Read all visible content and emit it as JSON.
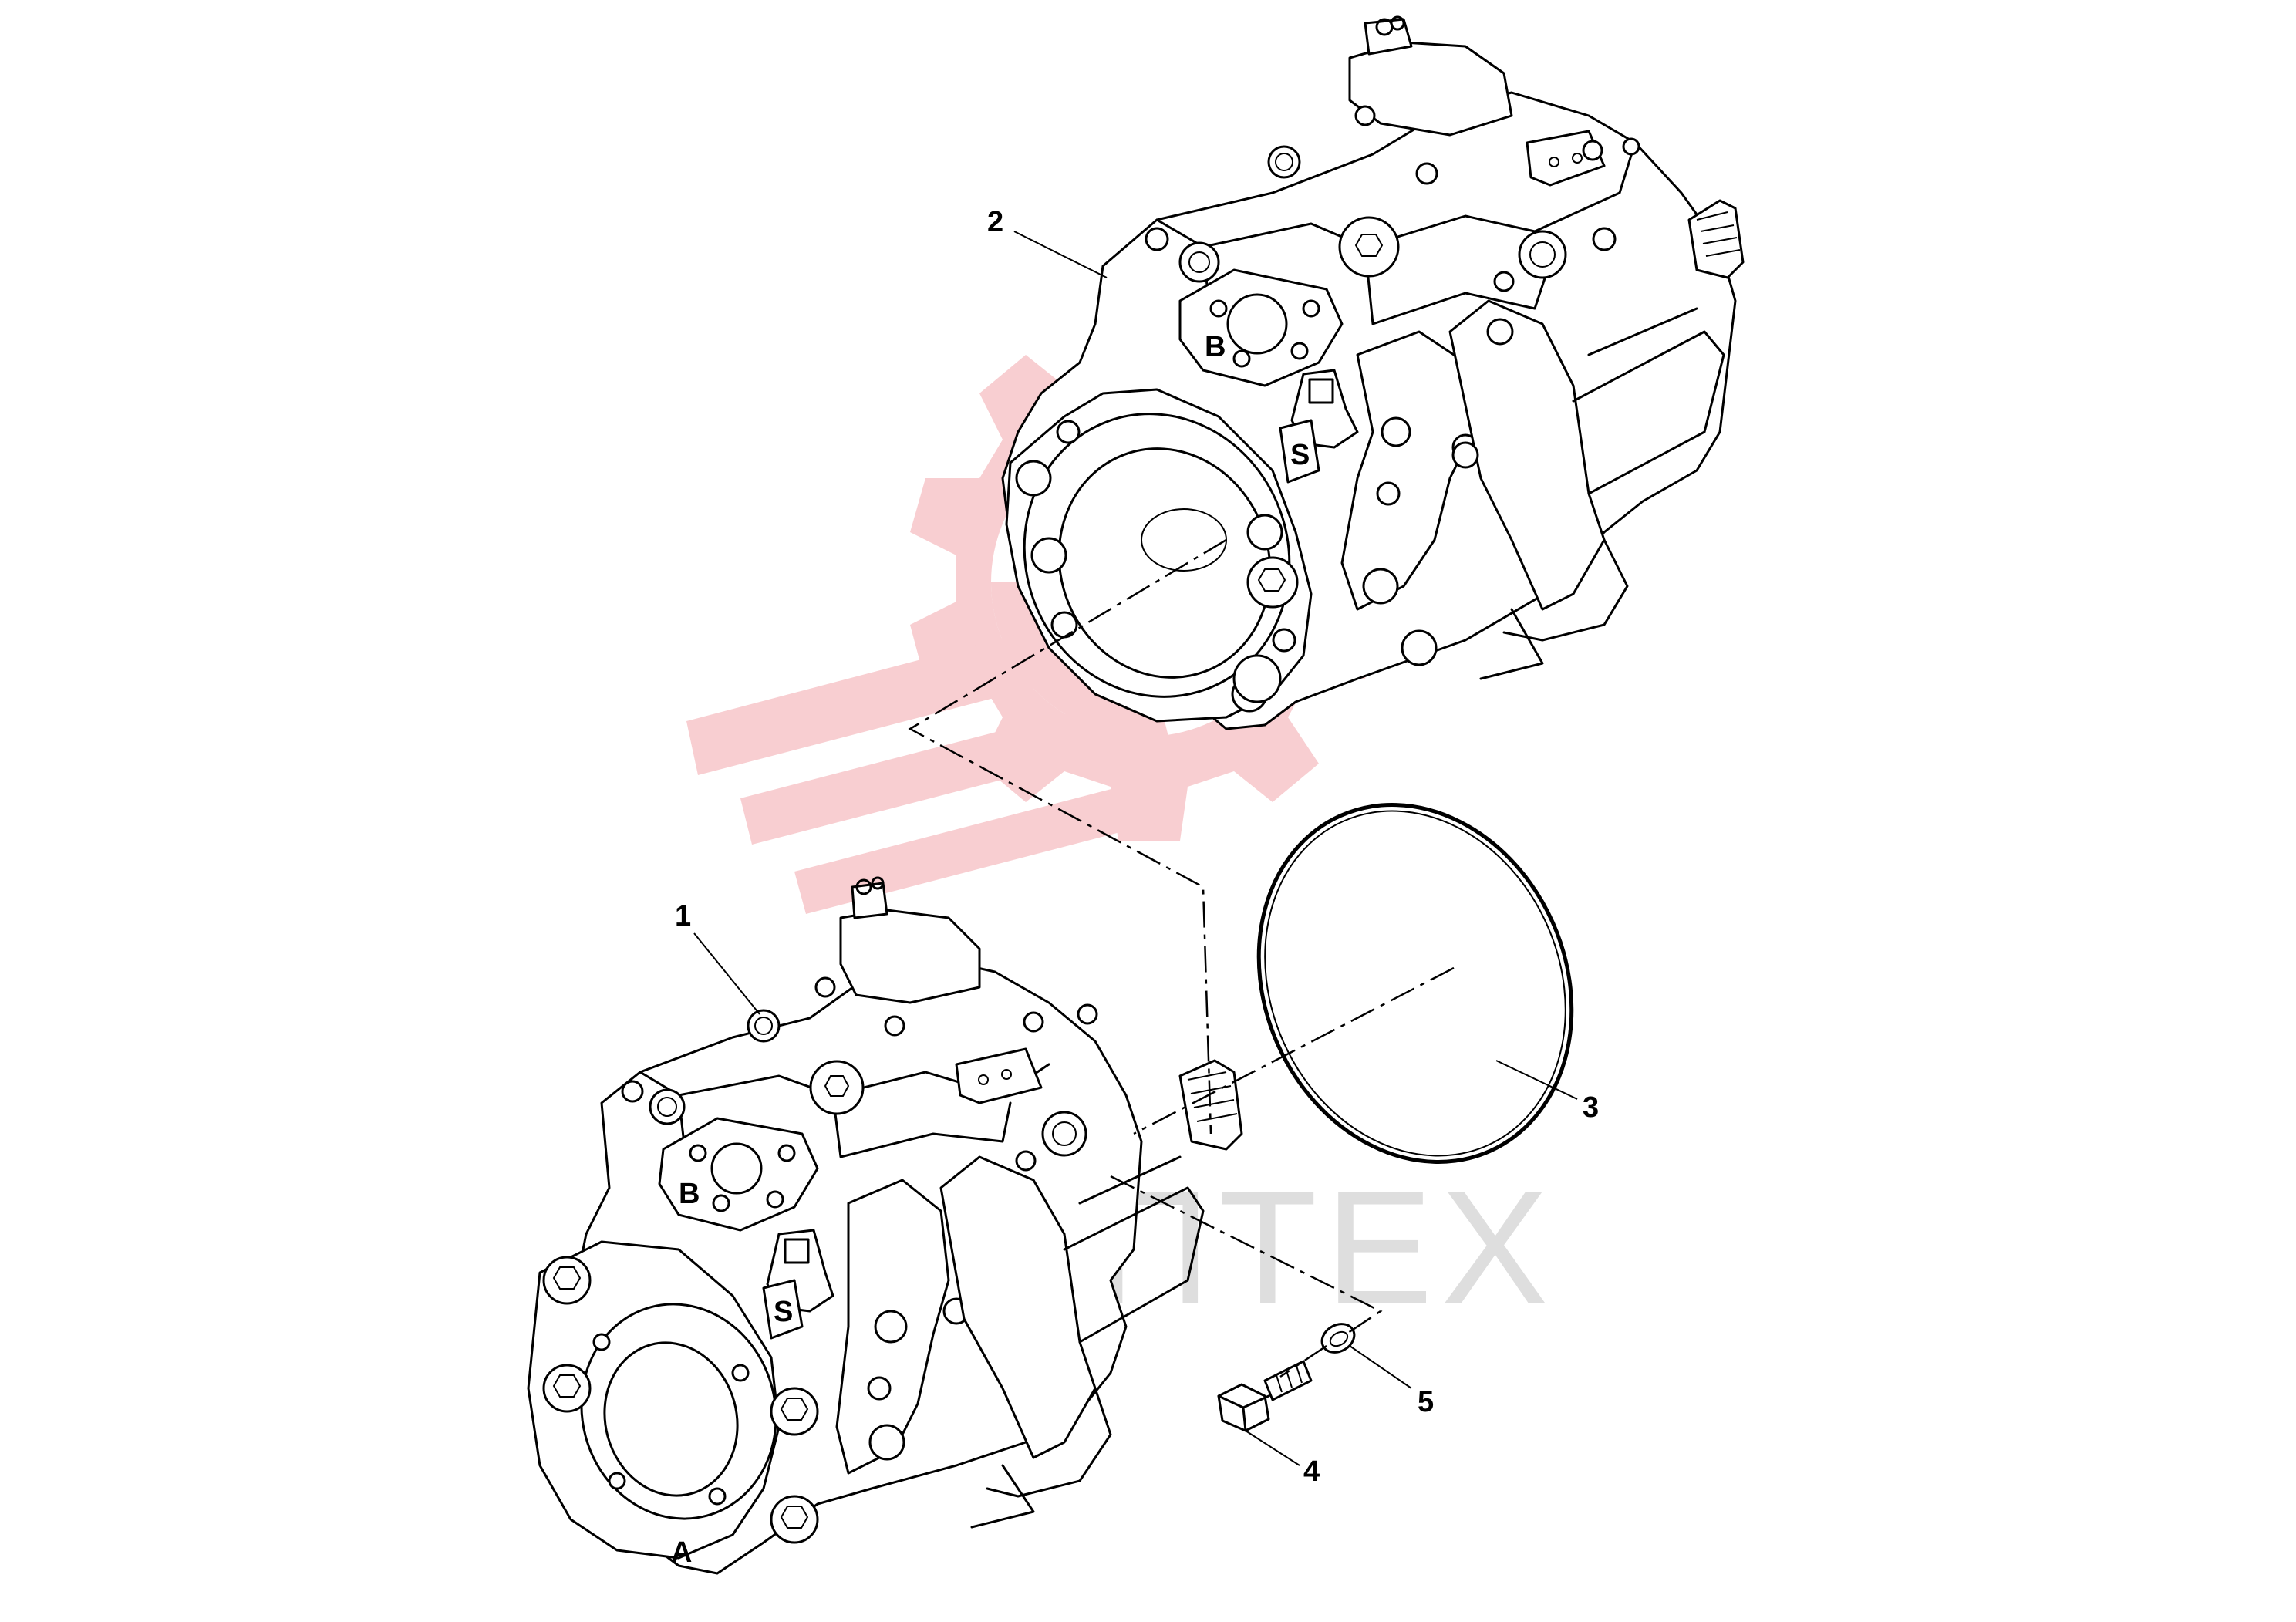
{
  "diagram": {
    "watermark_text": "ЛИПТЕХ",
    "brand_color": "#f5c2c5",
    "callouts": [
      {
        "id": "1",
        "label": "1"
      },
      {
        "id": "2",
        "label": "2"
      },
      {
        "id": "3",
        "label": "3"
      },
      {
        "id": "4",
        "label": "4"
      },
      {
        "id": "5",
        "label": "5"
      }
    ],
    "part_markings": {
      "port_b_upper": "B",
      "port_b_lower": "B",
      "port_s_upper": "S",
      "port_s_lower": "S",
      "port_a_lower": "A"
    }
  }
}
